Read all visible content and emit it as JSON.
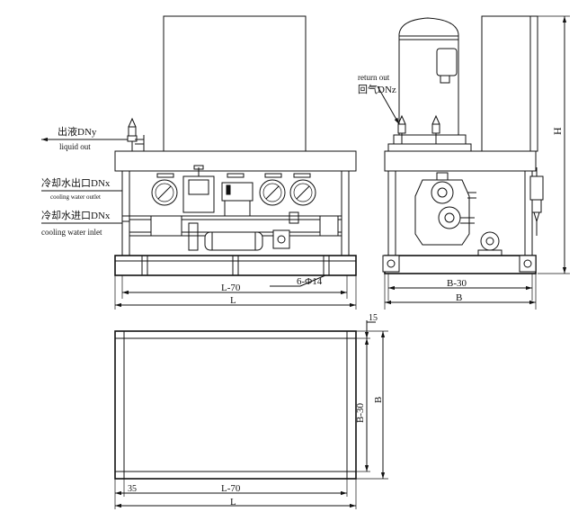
{
  "labels": {
    "liquid_out_cn": "出液DNy",
    "liquid_out_en": "liquid out",
    "cooling_out_cn": "冷却水出口DNx",
    "cooling_out_en": "cooling water outlet",
    "cooling_in_cn": "冷却水进口DNx",
    "cooling_in_en": "cooling water inlet",
    "return_out_en": "return out",
    "return_out_cn": "回气DNz"
  },
  "dimensions": {
    "front_inner_length": "L-70",
    "front_length": "L",
    "holes": "6-Φ14",
    "side_inner_width": "B-30",
    "side_width": "B",
    "height": "H",
    "plan_offset_top": "15",
    "plan_inner_width": "B-30",
    "plan_width": "B",
    "plan_offset_left": "35",
    "plan_inner_length": "L-70",
    "plan_length": "L"
  }
}
